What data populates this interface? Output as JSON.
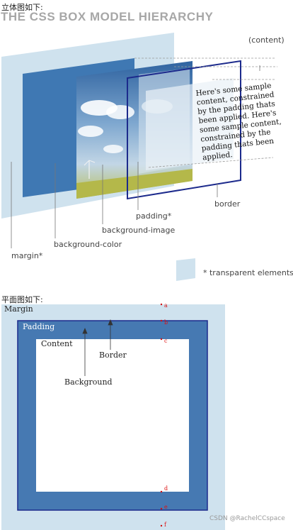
{
  "section_3d": {
    "label": "立体图如下:"
  },
  "diagram_3d": {
    "title": "THE CSS BOX MODEL HIERARCHY",
    "labels": {
      "content": "(content)",
      "border": "border",
      "padding": "padding*",
      "background_image": "background-image",
      "background_color": "background-color",
      "margin": "margin*",
      "legend": "* transparent elements"
    },
    "sample_text": [
      "Here's some sample",
      "content, constrained",
      "by the padding thats",
      "been applied. Here's",
      "some sample content,",
      "constrained by the",
      "padding thats been",
      "applied."
    ],
    "colors": {
      "margin_layer": "#cfe2ee",
      "background_color_layer": "#3f78b3",
      "border": "#1c2a8c",
      "title": "#a7a7a7"
    }
  },
  "section_flat": {
    "label": "平面图如下:"
  },
  "diagram_flat": {
    "labels": {
      "margin": "Margin",
      "padding": "Padding",
      "content": "Content",
      "border": "Border",
      "background": "Background"
    },
    "markers": [
      "a",
      "b",
      "c",
      "d",
      "e",
      "f"
    ],
    "colors": {
      "margin": "#cfe2ee",
      "padding": "#4679b2",
      "border": "#1c2a8c",
      "content": "#ffffff",
      "marker": "#d11111"
    }
  },
  "watermark": "CSDN @RachelCCspace"
}
